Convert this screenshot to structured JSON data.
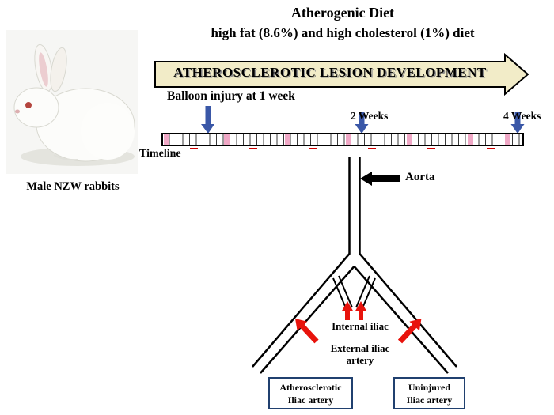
{
  "figure": {
    "title": "Atherogenic Diet",
    "subtitle": "high fat (8.6%) and high cholesterol (1%) diet"
  },
  "banner": {
    "label": "ATHEROSCLEROTIC LESION DEVELOPMENT"
  },
  "timeline": {
    "balloon_injury_label": "Balloon injury at 1 week",
    "week_2_label": "2 Weeks",
    "week_4_label": "4 Weeks",
    "axis_label": "Timeline"
  },
  "subject": {
    "caption": "Male NZW rabbits"
  },
  "anatomy": {
    "aorta": "Aorta",
    "internal_iliac": "Internal iliac",
    "external_iliac_line1": "External iliac",
    "external_iliac_line2": "artery"
  },
  "legend_boxes": {
    "left_line1": "Atherosclerotic",
    "left_line2": "Iliac artery",
    "right_line1": "Uninjured",
    "right_line2": "Iliac artery"
  },
  "colors": {
    "banner_fill": "#f2ecc8",
    "marker_blue": "#3a57a7",
    "pointer_red": "#e8130c",
    "box_border_navy": "#20406f",
    "timeline_cell_pink": "#f0a8c6"
  }
}
